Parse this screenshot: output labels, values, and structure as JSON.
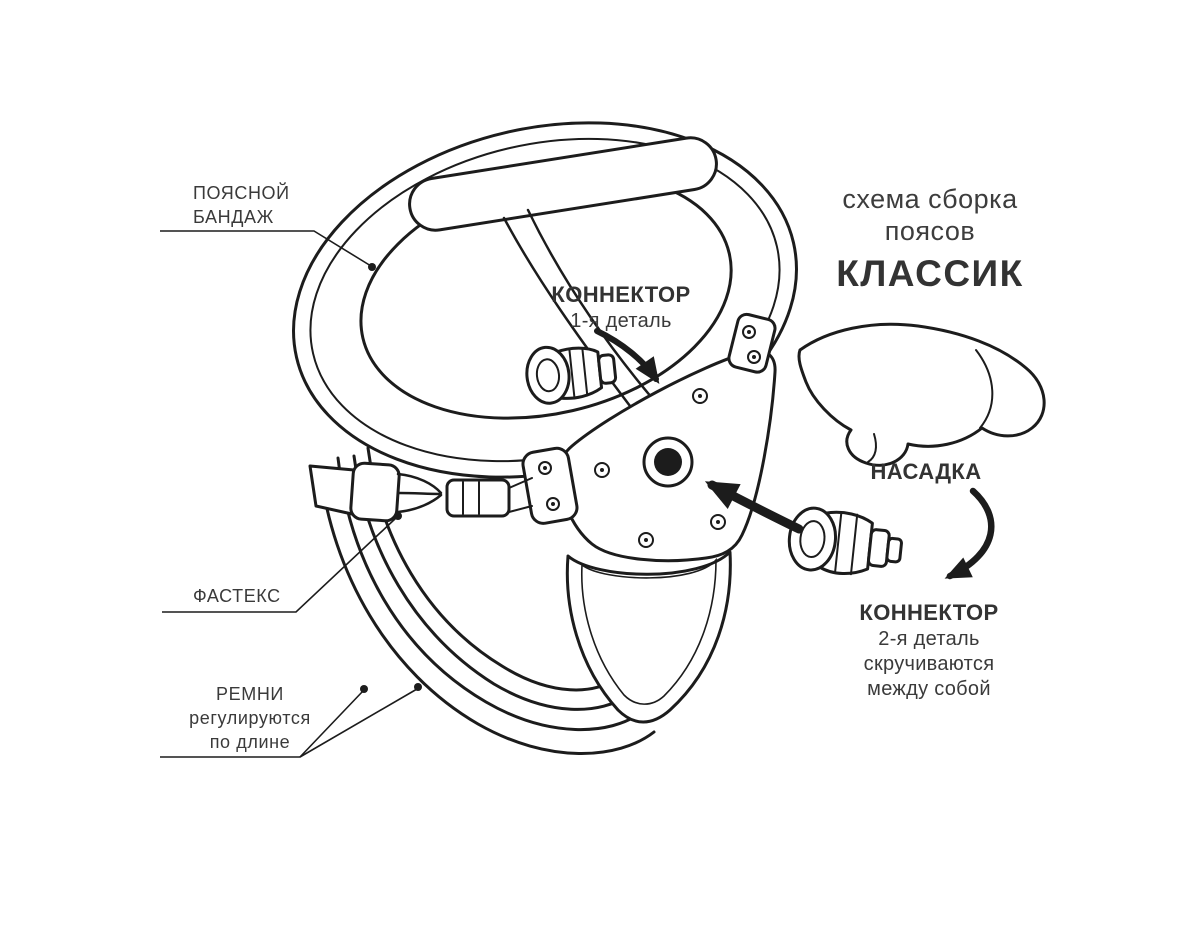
{
  "page": {
    "background": "#ffffff",
    "ink_color": "#1c1c1c",
    "text_color": "#3a3a3a"
  },
  "title": {
    "line1": "схема сборка",
    "line2": "поясов",
    "line3": "КЛАССИК"
  },
  "labels": {
    "waist_band": {
      "line1": "ПОЯСНОЙ",
      "line2": "БАНДАЖ"
    },
    "connector_top": {
      "title": "КОННЕКТОР",
      "subtitle": "1-я деталь"
    },
    "nozzle": {
      "title": "НАСАДКА"
    },
    "connector_right": {
      "title": "КОННЕКТОР",
      "line1": "2-я деталь",
      "line2": "скручиваются",
      "line3": "между собой"
    },
    "fastex": {
      "title": "ФАСТЕКС"
    },
    "straps": {
      "line1": "РЕМНИ",
      "line2": "регулируются",
      "line3": "по длине"
    }
  }
}
